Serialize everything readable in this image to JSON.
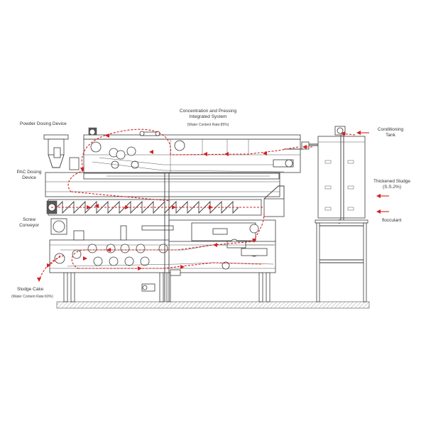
{
  "labels": {
    "system_title": "Concentration and Pressing\nIntegrated System",
    "system_water_content": "(Water Content Rate:85%)",
    "powder_dosing": "Powder Dosing Device",
    "pac_dosing": "PAC Dosing\nDevice",
    "screw_conveyor": "Screw\nConveyor",
    "sludge_cake": "Sludge Cake",
    "cake_water_content": "(Water Content Rate:60%)",
    "conditioning_tank": "Conditioning\nTank",
    "thickened_sludge": "Thickened Sludge\n(S.S.2%)",
    "flocculant": "flocculant"
  },
  "colors": {
    "line": "#3a3a3a",
    "flow": "#d42020",
    "ground": "#999999"
  }
}
